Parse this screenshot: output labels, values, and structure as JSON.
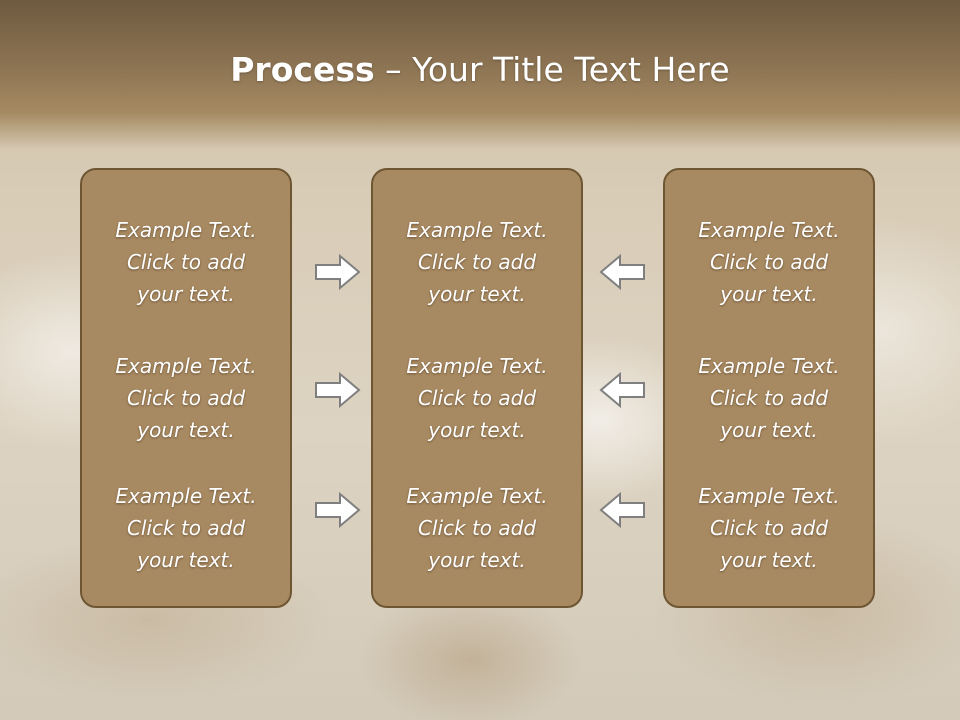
{
  "title": {
    "bold": "Process",
    "rest": " – Your Title Text Here"
  },
  "panels": [
    {
      "items": [
        {
          "line1": "Example Text.",
          "line2": "Click  to add",
          "line3": "your text."
        },
        {
          "line1": "Example Text.",
          "line2": "Click  to add",
          "line3": "your text."
        },
        {
          "line1": "Example Text.",
          "line2": "Click  to add",
          "line3": "your text."
        }
      ]
    },
    {
      "items": [
        {
          "line1": "Example Text.",
          "line2": "Click  to add",
          "line3": "your text."
        },
        {
          "line1": "Example Text.",
          "line2": "Click  to add",
          "line3": "your text."
        },
        {
          "line1": "Example Text.",
          "line2": "Click  to add",
          "line3": "your text."
        }
      ]
    },
    {
      "items": [
        {
          "line1": "Example Text.",
          "line2": "Click  to add",
          "line3": "your text."
        },
        {
          "line1": "Example Text.",
          "line2": "Click  to add",
          "line3": "your text."
        },
        {
          "line1": "Example Text.",
          "line2": "Click  to add",
          "line3": "your text."
        }
      ]
    }
  ],
  "arrows": {
    "left_group": "right-arrow-icon",
    "right_group": "left-arrow-icon"
  },
  "colors": {
    "header": "#8d7453",
    "panel_fill": "#a88a62",
    "panel_border": "#6e5633",
    "text": "#ffffff",
    "arrow_fill": "#ffffff",
    "arrow_stroke": "#7f7f7f"
  }
}
